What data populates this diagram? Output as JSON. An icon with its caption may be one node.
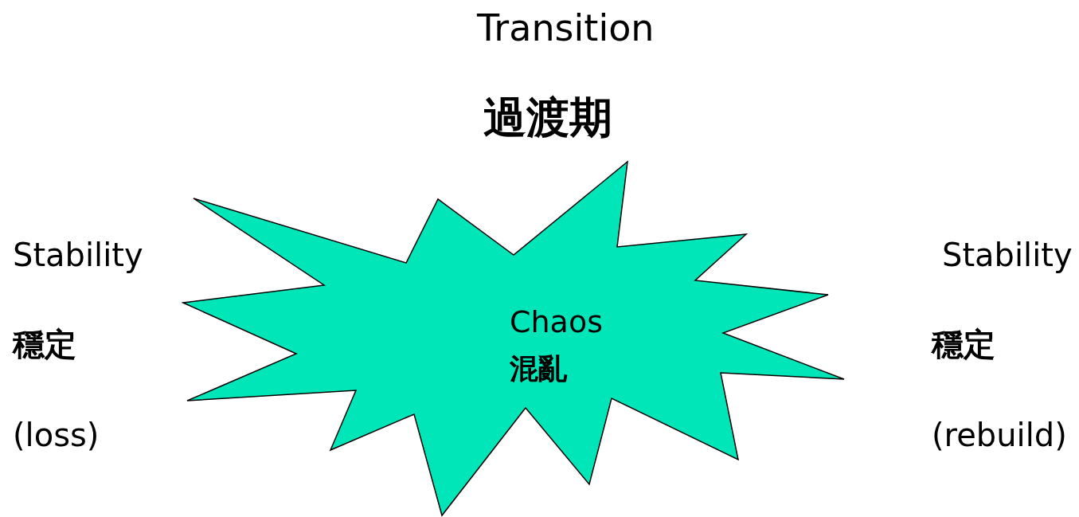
{
  "diagram": {
    "nodes": [
      {
        "text": [
          "Chaos",
          "混亂"
        ]
      }
    ],
    "edges": [],
    "labels": [
      "Transition",
      "過渡期",
      "Stability",
      "穩定",
      "(loss)",
      "Stability",
      "穩定",
      "(rebuild)"
    ]
  }
}
